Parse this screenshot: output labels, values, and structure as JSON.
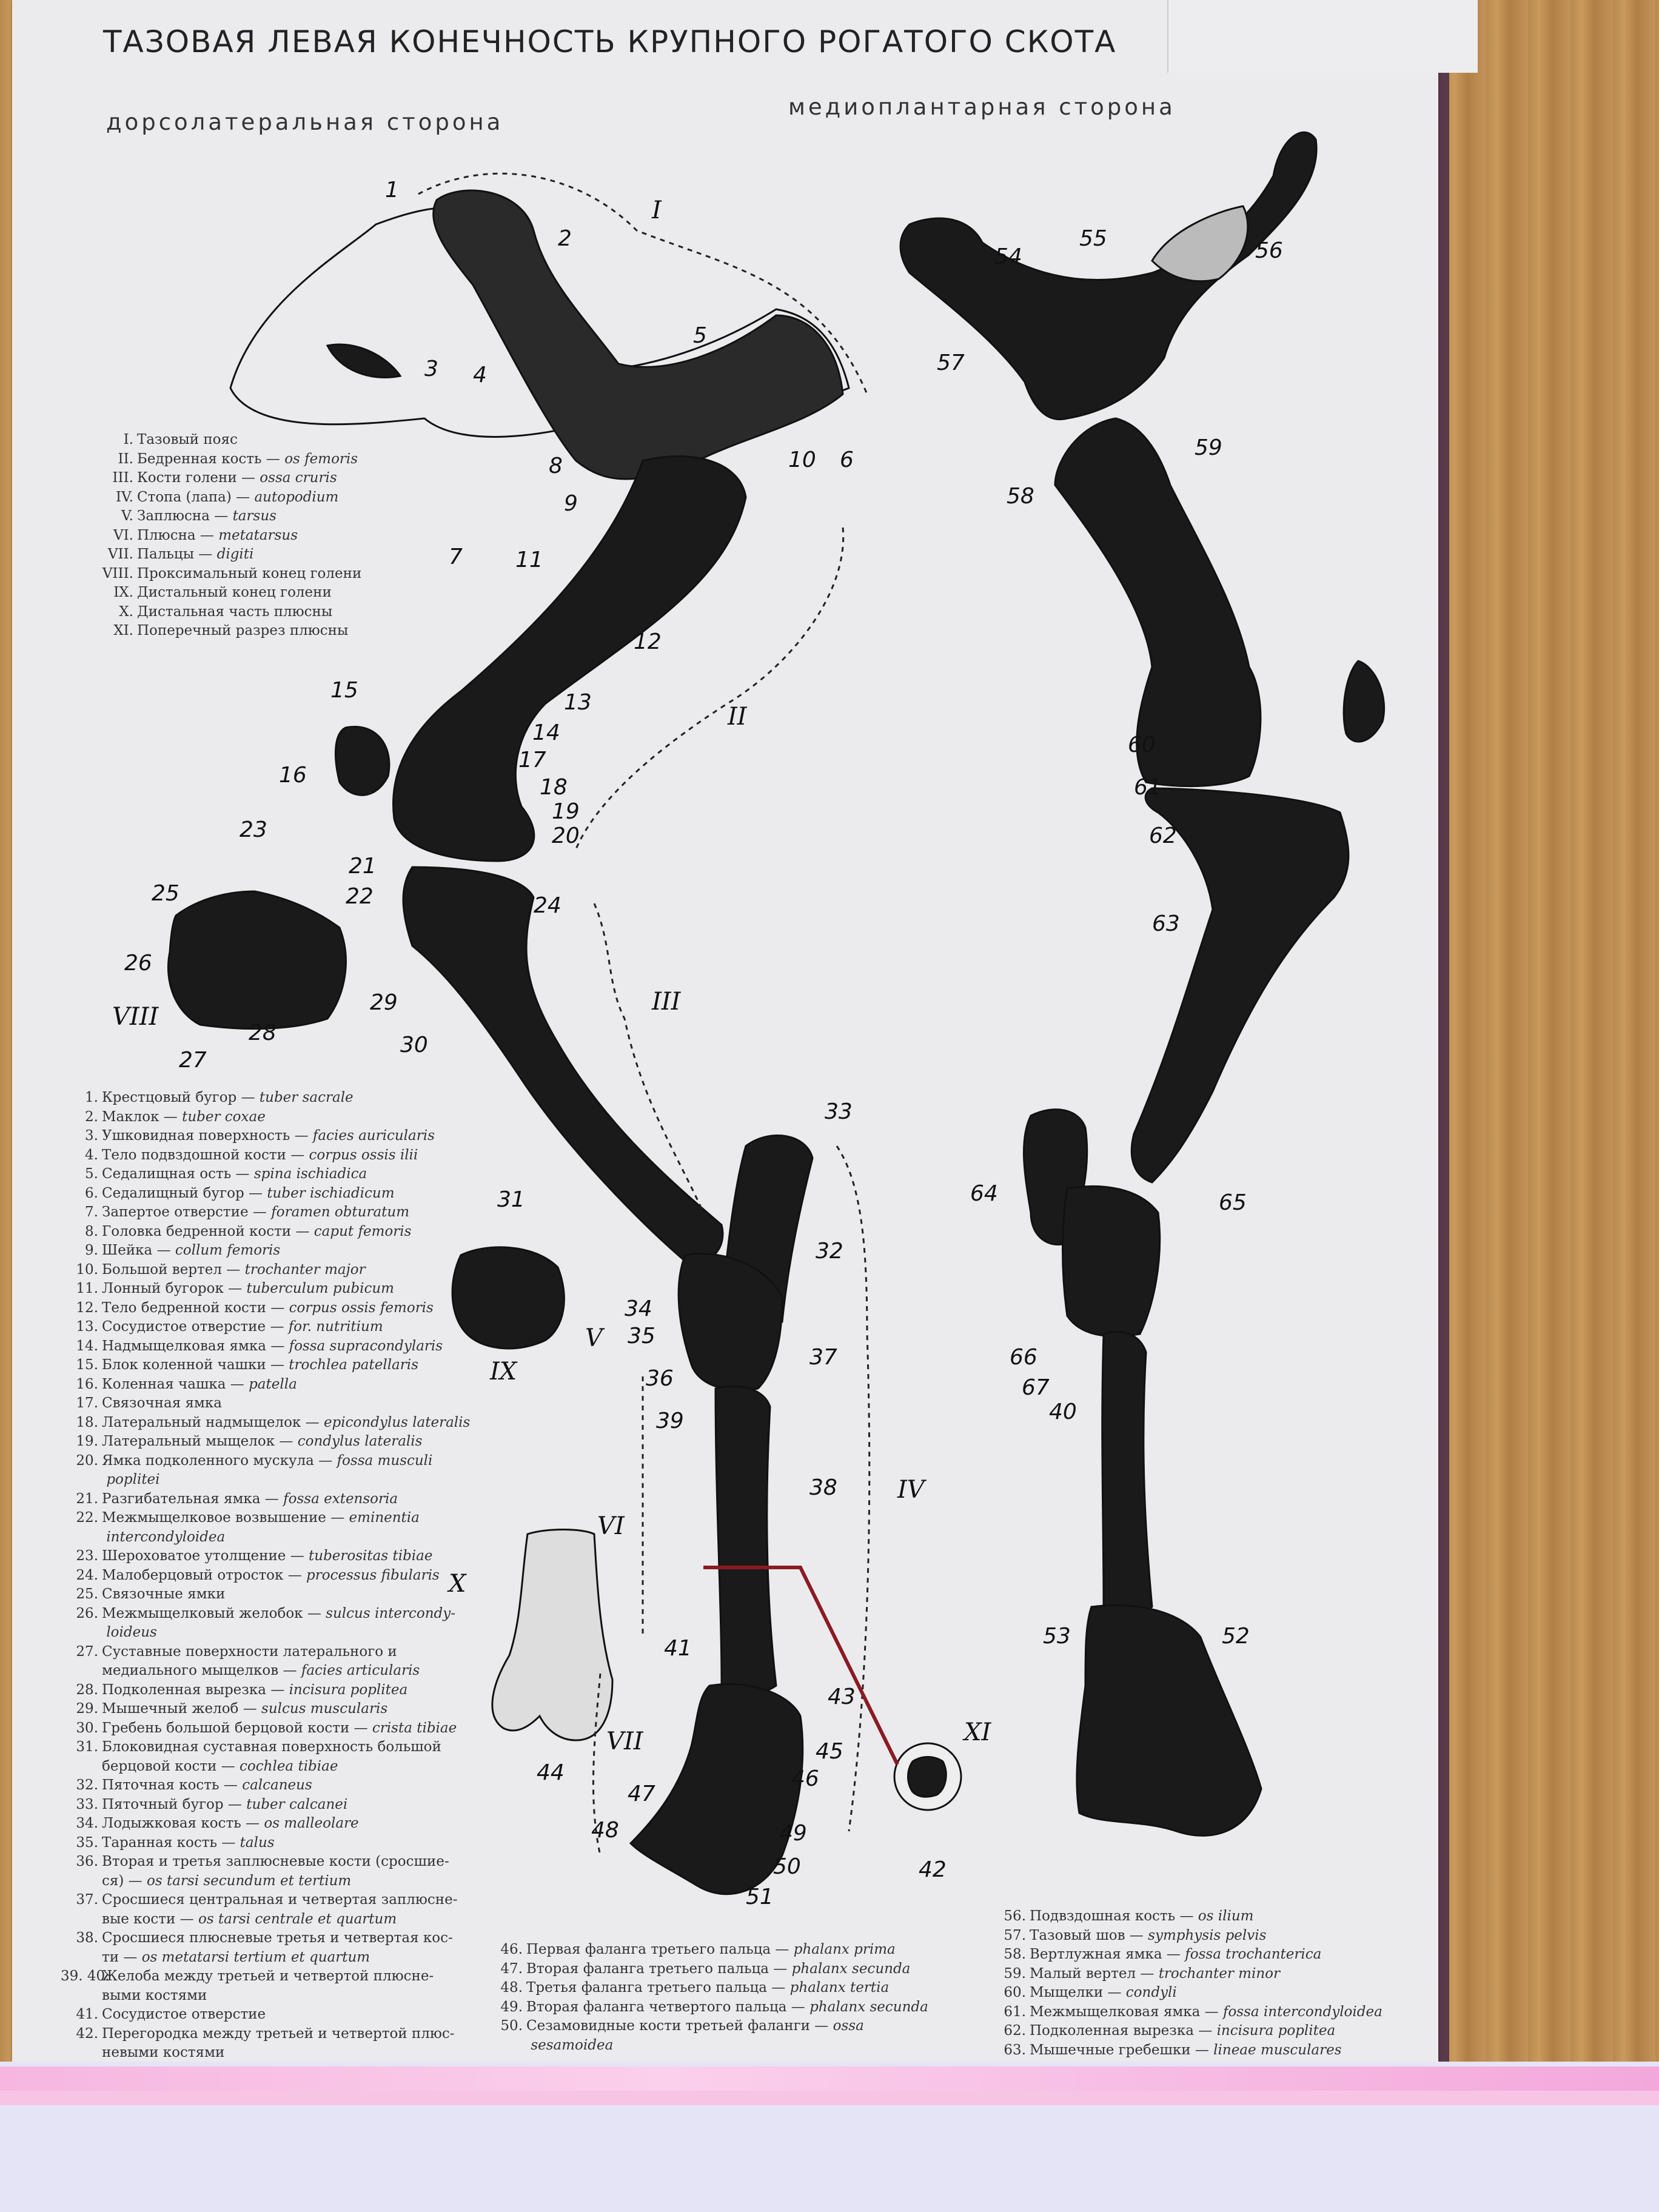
{
  "title": "ТАЗОВАЯ ЛЕВАЯ КОНЕЧНОСТЬ КРУПНОГО РОГАТОГО СКОТА",
  "subtitle_left": "дорсолатеральная сторона",
  "subtitle_right": "медиоплантарная сторона",
  "roman_legend": [
    {
      "num": "I.",
      "text": "Тазовый пояс",
      "latin": ""
    },
    {
      "num": "II.",
      "text": "Бедренная кость —",
      "latin": "os femoris"
    },
    {
      "num": "III.",
      "text": "Кости голени —",
      "latin": "ossa cruris"
    },
    {
      "num": "IV.",
      "text": "Стопа (лапа) —",
      "latin": "autopodium"
    },
    {
      "num": "V.",
      "text": "Заплюсна —",
      "latin": "tarsus"
    },
    {
      "num": "VI.",
      "text": "Плюсна —",
      "latin": "metatarsus"
    },
    {
      "num": "VII.",
      "text": "Пальцы —",
      "latin": "digiti"
    },
    {
      "num": "VIII.",
      "text": "Проксимальный конец голени",
      "latin": ""
    },
    {
      "num": "IX.",
      "text": "Дистальный конец голени",
      "latin": ""
    },
    {
      "num": "X.",
      "text": "Дистальная часть плюсны",
      "latin": ""
    },
    {
      "num": "XI.",
      "text": "Поперечный разрез плюсны",
      "latin": ""
    }
  ],
  "legend_left": [
    {
      "num": "1.",
      "text": "Крестцовый бугор —",
      "latin": "tuber sacrale"
    },
    {
      "num": "2.",
      "text": "Маклок —",
      "latin": "tuber coxae"
    },
    {
      "num": "3.",
      "text": "Ушковидная поверхность —",
      "latin": "facies auricularis"
    },
    {
      "num": "4.",
      "text": "Тело подвздошной кости —",
      "latin": "corpus ossis ilii"
    },
    {
      "num": "5.",
      "text": "Седалищная ость —",
      "latin": "spina ischiadica"
    },
    {
      "num": "6.",
      "text": "Седалищный бугор —",
      "latin": "tuber ischiadicum"
    },
    {
      "num": "7.",
      "text": "Запертое отверстие —",
      "latin": "foramen obturatum"
    },
    {
      "num": "8.",
      "text": "Головка бедренной кости —",
      "latin": "caput femoris"
    },
    {
      "num": "9.",
      "text": "Шейка —",
      "latin": "collum femoris"
    },
    {
      "num": "10.",
      "text": "Большой вертел —",
      "latin": "trochanter major"
    },
    {
      "num": "11.",
      "text": "Лонный бугорок —",
      "latin": "tuberculum pubicum"
    },
    {
      "num": "12.",
      "text": "Тело бедренной кости —",
      "latin": "corpus ossis femoris"
    },
    {
      "num": "13.",
      "text": "Сосудистое отверстие —",
      "latin": "for. nutritium"
    },
    {
      "num": "14.",
      "text": "Надмыщелковая ямка —",
      "latin": "fossa supracondylaris"
    },
    {
      "num": "15.",
      "text": "Блок коленной чашки —",
      "latin": "trochlea patellaris"
    },
    {
      "num": "16.",
      "text": "Коленная чашка —",
      "latin": "patella"
    },
    {
      "num": "17.",
      "text": "Связочная ямка",
      "latin": ""
    },
    {
      "num": "18.",
      "text": "Латеральный надмыщелок —",
      "latin": "epicondylus lateralis"
    },
    {
      "num": "19.",
      "text": "Латеральный мыщелок —",
      "latin": "condylus lateralis"
    },
    {
      "num": "20.",
      "text": "Ямка подколенного мускула —",
      "latin": "fossa musculi"
    },
    {
      "num": "",
      "text": "",
      "latin": "poplitei"
    },
    {
      "num": "21.",
      "text": "Разгибательная ямка —",
      "latin": "fossa extensoria"
    },
    {
      "num": "22.",
      "text": "Межмыщелковое возвышение —",
      "latin": "eminentia"
    },
    {
      "num": "",
      "text": "",
      "latin": "intercondyloidea"
    },
    {
      "num": "23.",
      "text": "Шероховатое утолщение —",
      "latin": "tuberositas tibiae"
    },
    {
      "num": "24.",
      "text": "Малоберцовый отросток —",
      "latin": "processus fibularis"
    },
    {
      "num": "25.",
      "text": "Связочные ямки",
      "latin": ""
    },
    {
      "num": "26.",
      "text": "Межмыщелковый желобок —",
      "latin": "sulcus intercondy-"
    },
    {
      "num": "",
      "text": "",
      "latin": "loideus"
    },
    {
      "num": "27.",
      "text": "Суставные поверхности латерального и",
      "latin": ""
    },
    {
      "num": "",
      "text": "медиального мыщелков —",
      "latin": "facies articularis"
    },
    {
      "num": "28.",
      "text": "Подколенная вырезка —",
      "latin": "incisura poplitea"
    },
    {
      "num": "29.",
      "text": "Мышечный желоб —",
      "latin": "sulcus muscularis"
    },
    {
      "num": "30.",
      "text": "Гребень большой берцовой кости —",
      "latin": "crista tibiae"
    },
    {
      "num": "31.",
      "text": "Блоковидная суставная поверхность большой",
      "latin": ""
    },
    {
      "num": "",
      "text": "берцовой кости —",
      "latin": "cochlea tibiae"
    },
    {
      "num": "32.",
      "text": "Пяточная кость —",
      "latin": "calcaneus"
    },
    {
      "num": "33.",
      "text": "Пяточный бугор —",
      "latin": "tuber calcanei"
    },
    {
      "num": "34.",
      "text": "Лодыжковая кость —",
      "latin": "os malleolare"
    },
    {
      "num": "35.",
      "text": "Таранная кость —",
      "latin": "talus"
    },
    {
      "num": "36.",
      "text": "Вторая и третья заплюсневые кости (сросшие-",
      "latin": ""
    },
    {
      "num": "",
      "text": "ся) —",
      "latin": "os tarsi secundum et tertium"
    },
    {
      "num": "37.",
      "text": "Сросшиеся центральная и четвертая заплюсне-",
      "latin": ""
    },
    {
      "num": "",
      "text": "вые кости —",
      "latin": "os tarsi centrale et quartum"
    },
    {
      "num": "38.",
      "text": "Сросшиеся плюсневые третья и четвертая кос-",
      "latin": ""
    },
    {
      "num": "",
      "text": "ти —",
      "latin": "os metatarsi tertium et quartum"
    },
    {
      "num": "39. 40.",
      "text": "Желоба между третьей и четвертой плюсне-",
      "latin": ""
    },
    {
      "num": "",
      "text": "выми костями",
      "latin": ""
    },
    {
      "num": "41.",
      "text": "Сосудистое отверстие",
      "latin": ""
    },
    {
      "num": "42.",
      "text": "Перегородка между третьей и четвертой плюс-",
      "latin": ""
    },
    {
      "num": "",
      "text": "невыми костями",
      "latin": ""
    }
  ],
  "legend_mid": [
    {
      "num": "46.",
      "text": "Первая фаланга третьего пальца —",
      "latin": "phalanx prima"
    },
    {
      "num": "47.",
      "text": "Вторая фаланга третьего пальца —",
      "latin": "phalanx secunda"
    },
    {
      "num": "48.",
      "text": "Третья фаланга третьего пальца —",
      "latin": "phalanx tertia"
    },
    {
      "num": "49.",
      "text": "Вторая фаланга четвертого пальца —",
      "latin": "phalanx secunda"
    },
    {
      "num": "50.",
      "text": "Сезамовидные кости третьей фаланги —",
      "latin": "ossa"
    },
    {
      "num": "",
      "text": "",
      "latin": "sesamoidea"
    }
  ],
  "legend_right": [
    {
      "num": "56.",
      "text": "Подвздошная кость —",
      "latin": "os ilium"
    },
    {
      "num": "57.",
      "text": "Тазовый шов —",
      "latin": "symphysis pelvis"
    },
    {
      "num": "58.",
      "text": "Вертлужная ямка —",
      "latin": "fossa trochanterica"
    },
    {
      "num": "59.",
      "text": "Малый вертел —",
      "latin": "trochanter minor"
    },
    {
      "num": "60.",
      "text": "Мыщелки —",
      "latin": "condyli"
    },
    {
      "num": "61.",
      "text": "Межмыщелковая ямка —",
      "latin": "fossa intercondyloidea"
    },
    {
      "num": "62.",
      "text": "Подколенная вырезка —",
      "latin": "incisura poplitea"
    },
    {
      "num": "63.",
      "text": "Мышечные гребешки —",
      "latin": "lineae musculares"
    }
  ],
  "roman_labels": [
    "I",
    "II",
    "III",
    "IV",
    "V",
    "VI",
    "VII",
    "VIII",
    "IX",
    "X",
    "XI"
  ],
  "number_labels": [
    "1",
    "2",
    "3",
    "4",
    "5",
    "6",
    "7",
    "8",
    "9",
    "10",
    "11",
    "12",
    "13",
    "14",
    "15",
    "16",
    "17",
    "18",
    "19",
    "20",
    "21",
    "22",
    "23",
    "24",
    "25",
    "26",
    "27",
    "28",
    "29",
    "30",
    "31",
    "32",
    "33",
    "34",
    "35",
    "36",
    "37",
    "38",
    "39",
    "40",
    "41",
    "42",
    "43",
    "44",
    "45",
    "46",
    "47",
    "48",
    "49",
    "50",
    "51",
    "52",
    "53",
    "54",
    "55",
    "56",
    "57",
    "58",
    "59",
    "60",
    "61",
    "62",
    "63",
    "64",
    "65",
    "66",
    "67"
  ]
}
